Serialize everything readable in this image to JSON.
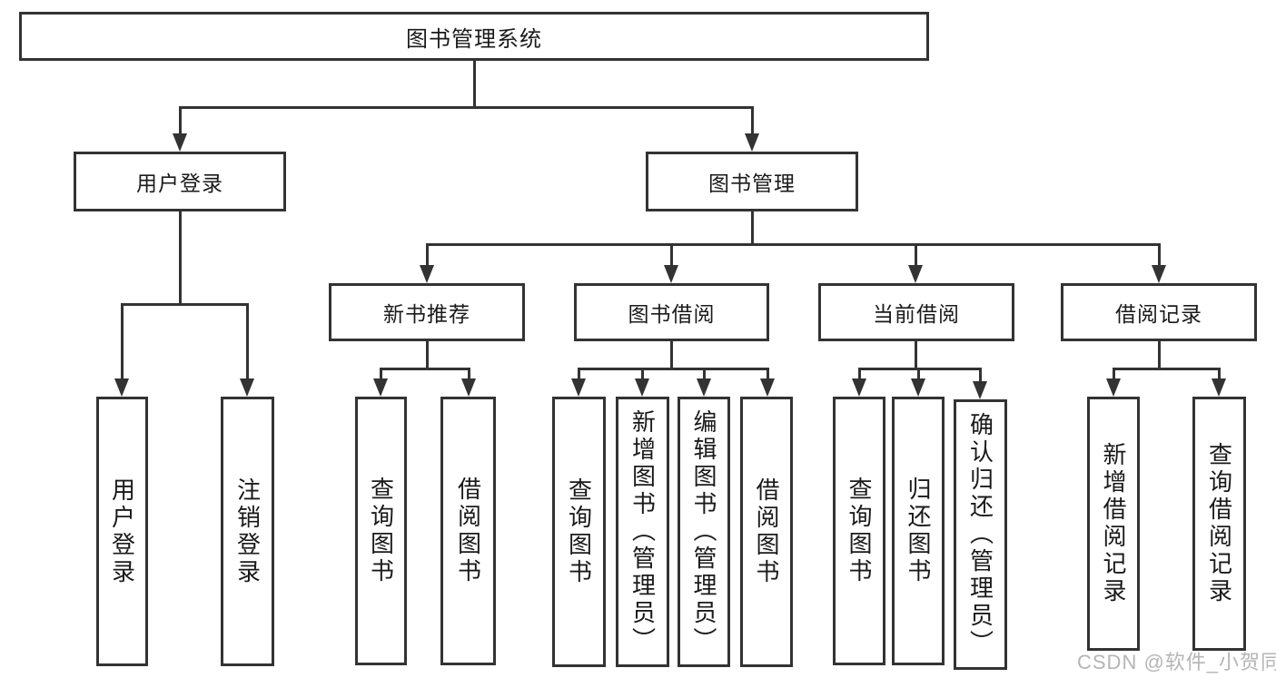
{
  "tree": {
    "label": "图书管理系统",
    "children": [
      {
        "label": "用户登录",
        "children": [
          {
            "label": "用户登录"
          },
          {
            "label": "注销登录"
          }
        ]
      },
      {
        "label": "图书管理",
        "children": [
          {
            "label": "新书推荐",
            "children": [
              {
                "label": "查询图书"
              },
              {
                "label": "借阅图书"
              }
            ]
          },
          {
            "label": "图书借阅",
            "children": [
              {
                "label": "查询图书"
              },
              {
                "label": "新增图书（管理员）"
              },
              {
                "label": "编辑图书（管理员）"
              },
              {
                "label": "借阅图书"
              }
            ]
          },
          {
            "label": "当前借阅",
            "children": [
              {
                "label": "查询图书"
              },
              {
                "label": "归还图书"
              },
              {
                "label": "确认归还（管理员）"
              }
            ]
          },
          {
            "label": "借阅记录",
            "children": [
              {
                "label": "新增借阅记录"
              },
              {
                "label": "查询借阅记录"
              }
            ]
          }
        ]
      }
    ]
  },
  "watermark": {
    "text": "CSDN @软件_小贺同学"
  },
  "colors": {
    "line": "#333333",
    "text": "#1a1a1a",
    "watermark": "#b5b5b5",
    "background": "#ffffff"
  }
}
